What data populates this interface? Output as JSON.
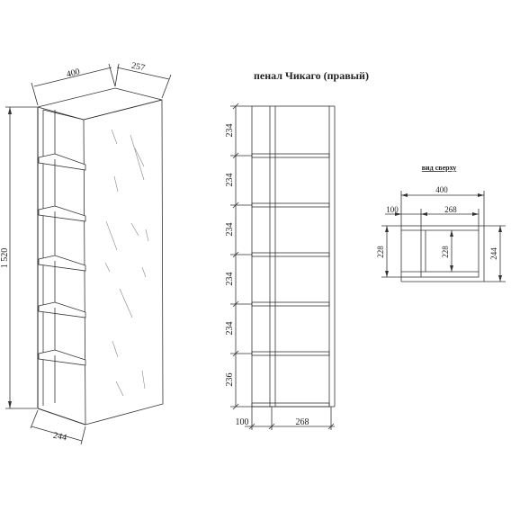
{
  "title": "пенал Чикаго (правый)",
  "top_view_label": "вид сверху",
  "iso": {
    "width": "400",
    "depth": "257",
    "height": "1 520",
    "bottom_depth": "244"
  },
  "front": {
    "shelf_heights": [
      "234",
      "234",
      "234",
      "234",
      "234",
      "236"
    ],
    "left_width": "100",
    "right_width": "268"
  },
  "top_view": {
    "width": "400",
    "left_width": "100",
    "inner_width": "268",
    "left_depth": "228",
    "inner_depth": "228",
    "right_depth": "244"
  }
}
